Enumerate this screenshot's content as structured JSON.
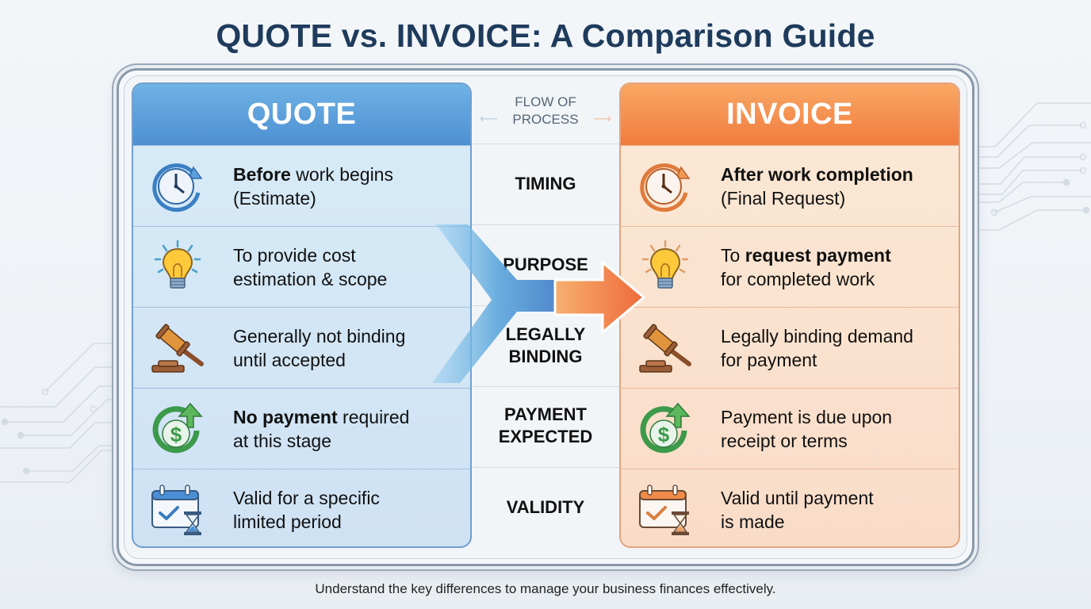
{
  "title": "QUOTE vs. INVOICE: A Comparison Guide",
  "colors": {
    "title": "#1f3b5c",
    "quote_accent": "#4d8fd2",
    "invoice_accent": "#f07c3e",
    "quote_bg": "#d8ebf7",
    "invoice_bg": "#fbe9d6"
  },
  "middle": {
    "flow_label_line1": "FLOW OF",
    "flow_label_line2": "PROCESS",
    "arrow_left": "⟵",
    "arrow_right": "⟶",
    "criteria": [
      {
        "line1": "TIMING",
        "line2": ""
      },
      {
        "line1": "PURPOSE",
        "line2": ""
      },
      {
        "line1": "LEGALLY",
        "line2": "BINDING"
      },
      {
        "line1": "PAYMENT",
        "line2": "EXPECTED"
      },
      {
        "line1": "VALIDITY",
        "line2": ""
      }
    ]
  },
  "quote": {
    "header": "QUOTE",
    "rows": [
      {
        "icon": "clock-icon",
        "bold1": "Before",
        "rest1": " work begins",
        "line2": "(Estimate)"
      },
      {
        "icon": "lightbulb-icon",
        "bold1": "",
        "rest1": "To provide cost",
        "line2": "estimation & scope"
      },
      {
        "icon": "gavel-icon",
        "bold1": "",
        "rest1": "Generally not binding",
        "line2": "until accepted"
      },
      {
        "icon": "dollar-refresh-icon",
        "bold1": "No payment",
        "rest1": " required",
        "line2": "at this stage"
      },
      {
        "icon": "calendar-hourglass-icon",
        "bold1": "",
        "rest1": "Valid for a specific",
        "line2": "limited period"
      }
    ]
  },
  "invoice": {
    "header": "INVOICE",
    "rows": [
      {
        "icon": "clock-icon",
        "pre1": "",
        "bold1": "After work completion",
        "rest1": "",
        "line2": "(Final Request)"
      },
      {
        "icon": "lightbulb-icon",
        "pre1": "To ",
        "bold1": "request payment",
        "rest1": "",
        "line2": "for completed work"
      },
      {
        "icon": "gavel-icon",
        "pre1": "",
        "bold1": "",
        "rest1": "Legally binding demand",
        "line2": "for payment"
      },
      {
        "icon": "dollar-refresh-icon",
        "pre1": "",
        "bold1": "",
        "rest1": "Payment is due upon",
        "line2": "receipt or terms"
      },
      {
        "icon": "calendar-hourglass-icon",
        "pre1": "",
        "bold1": "",
        "rest1": "Valid until payment",
        "line2": "is made"
      }
    ]
  },
  "footer": "Understand the key differences to manage your business finances effectively."
}
